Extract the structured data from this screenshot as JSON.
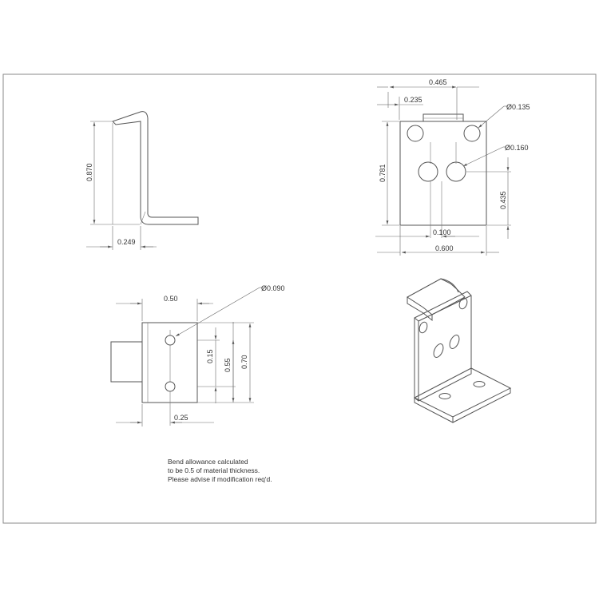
{
  "side_view": {
    "height_dim": "0.870",
    "width_dim": "0.249"
  },
  "front_view": {
    "top_hole_spacing_dim": "0.465",
    "left_hole_offset_dim": "0.235",
    "small_hole_dia": "Ø0.135",
    "large_hole_dia": "Ø0.160",
    "height_dim": "0.781",
    "large_hole_height_dim": "0.435",
    "bottom_offset_dim": "0.100",
    "width_dim": "0.600"
  },
  "bottom_view": {
    "width_dim": "0.50",
    "hole_dia": "Ø0.090",
    "offset_dim": "0.15",
    "hole_spacing_dim": "0.55",
    "length_dim": "0.70",
    "hole_x_dim": "0.25"
  },
  "note": {
    "line1": "Bend allowance calculated",
    "line2": "to be 0.5 of material thickness.",
    "line3": "Please advise if modification req'd."
  }
}
